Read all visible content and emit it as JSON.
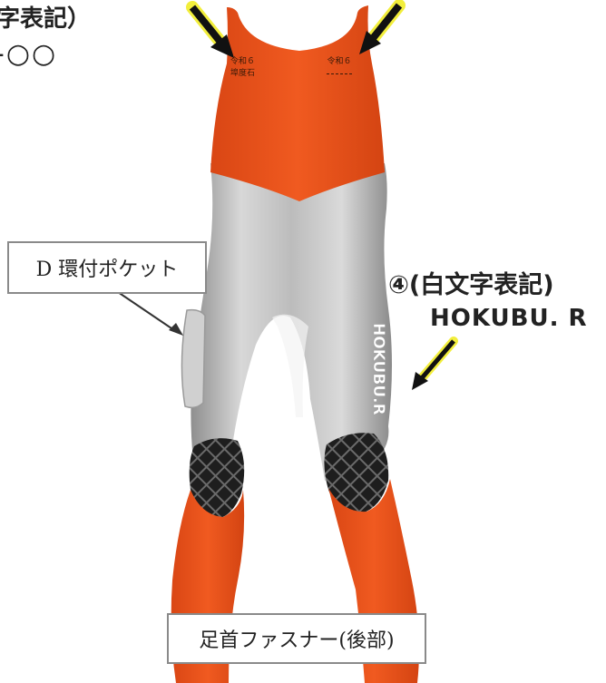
{
  "top_left": {
    "title_fragment": "字表記）",
    "code_fragment": "-○○"
  },
  "chest_left": {
    "line1": "令和６",
    "line2": "埠度石"
  },
  "chest_right": {
    "line1": "令和６"
  },
  "labels": {
    "pocket": "D 環付ポケット",
    "ankle_zipper": "足首ファスナー(後部)",
    "right_title": "④(白文字表記)",
    "right_name": "HOKUBU. R"
  },
  "leg_print": "HOKUBU.R",
  "colors": {
    "orange": "#e8501a",
    "silver": "#bdbdbd",
    "knee": "#2a2a2a",
    "arrow": "#111111",
    "arrow_highlight": "#f2ee3c"
  },
  "icons": [
    "arrow-icon",
    "arrow-icon",
    "arrow-icon",
    "pointer-line-icon"
  ]
}
